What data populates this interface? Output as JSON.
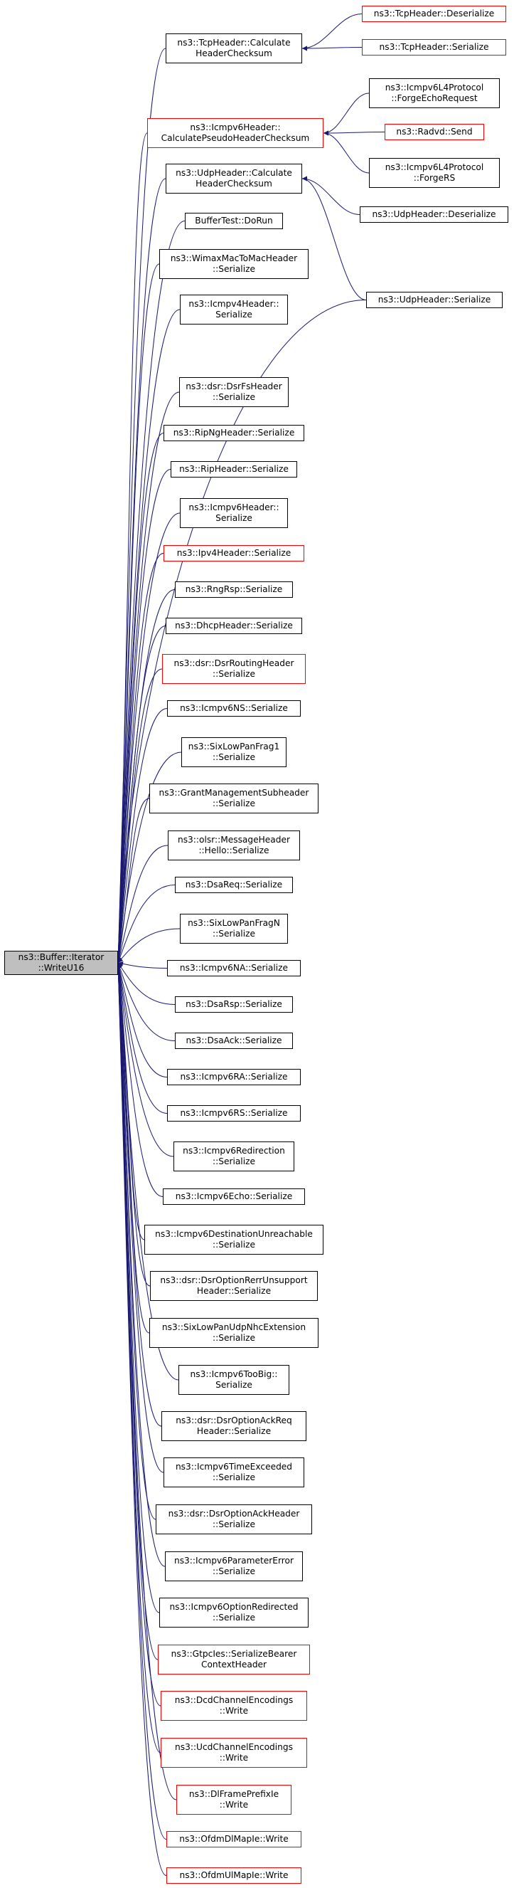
{
  "diagram": {
    "focus": {
      "id": "focus",
      "lines": [
        "ns3::Buffer::Iterator",
        "::WriteU16"
      ]
    },
    "nodes": [
      {
        "id": "tcp_calc",
        "lines": [
          "ns3::TcpHeader::Calculate",
          "HeaderChecksum"
        ],
        "border": "black"
      },
      {
        "id": "tcp_deser",
        "lines": [
          "ns3::TcpHeader::Deserialize"
        ],
        "border": "red"
      },
      {
        "id": "tcp_ser",
        "lines": [
          "ns3::TcpHeader::Serialize"
        ],
        "border": "red"
      },
      {
        "id": "icmpv6_pseudo",
        "lines": [
          "ns3::Icmpv6Header::",
          "CalculatePseudoHeaderChecksum"
        ],
        "border": "red"
      },
      {
        "id": "forge_echo",
        "lines": [
          "ns3::Icmpv6L4Protocol",
          "::ForgeEchoRequest"
        ],
        "border": "black"
      },
      {
        "id": "radvd_send",
        "lines": [
          "ns3::Radvd::Send"
        ],
        "border": "red"
      },
      {
        "id": "forge_rs",
        "lines": [
          "ns3::Icmpv6L4Protocol",
          "::ForgeRS"
        ],
        "border": "black"
      },
      {
        "id": "udp_calc",
        "lines": [
          "ns3::UdpHeader::Calculate",
          "HeaderChecksum"
        ],
        "border": "black"
      },
      {
        "id": "udp_deser",
        "lines": [
          "ns3::UdpHeader::Deserialize"
        ],
        "border": "black"
      },
      {
        "id": "udp_ser",
        "lines": [
          "ns3::UdpHeader::Serialize"
        ],
        "border": "black"
      },
      {
        "id": "buffertest",
        "lines": [
          "BufferTest::DoRun"
        ],
        "border": "black"
      },
      {
        "id": "wimax",
        "lines": [
          "ns3::WimaxMacToMacHeader",
          "::Serialize"
        ],
        "border": "black"
      },
      {
        "id": "icmpv4",
        "lines": [
          "ns3::Icmpv4Header::",
          "Serialize"
        ],
        "border": "black"
      },
      {
        "id": "dsrfs",
        "lines": [
          "ns3::dsr::DsrFsHeader",
          "::Serialize"
        ],
        "border": "black"
      },
      {
        "id": "ripng",
        "lines": [
          "ns3::RipNgHeader::Serialize"
        ],
        "border": "black"
      },
      {
        "id": "rip",
        "lines": [
          "ns3::RipHeader::Serialize"
        ],
        "border": "black"
      },
      {
        "id": "icmpv6h",
        "lines": [
          "ns3::Icmpv6Header::",
          "Serialize"
        ],
        "border": "black"
      },
      {
        "id": "ipv4h",
        "lines": [
          "ns3::Ipv4Header::Serialize"
        ],
        "border": "red"
      },
      {
        "id": "rngrsp",
        "lines": [
          "ns3::RngRsp::Serialize"
        ],
        "border": "black"
      },
      {
        "id": "dhcp",
        "lines": [
          "ns3::DhcpHeader::Serialize"
        ],
        "border": "black"
      },
      {
        "id": "dsrrouting",
        "lines": [
          "ns3::dsr::DsrRoutingHeader",
          "::Serialize"
        ],
        "border": "red"
      },
      {
        "id": "icmpv6ns",
        "lines": [
          "ns3::Icmpv6NS::Serialize"
        ],
        "border": "black"
      },
      {
        "id": "frag1",
        "lines": [
          "ns3::SixLowPanFrag1",
          "::Serialize"
        ],
        "border": "black"
      },
      {
        "id": "grantmgmt",
        "lines": [
          "ns3::GrantManagementSubheader",
          "::Serialize"
        ],
        "border": "black"
      },
      {
        "id": "olsrhello",
        "lines": [
          "ns3::olsr::MessageHeader",
          "::Hello::Serialize"
        ],
        "border": "black"
      },
      {
        "id": "dsareq",
        "lines": [
          "ns3::DsaReq::Serialize"
        ],
        "border": "black"
      },
      {
        "id": "fragn",
        "lines": [
          "ns3::SixLowPanFragN",
          "::Serialize"
        ],
        "border": "black"
      },
      {
        "id": "icmpv6na",
        "lines": [
          "ns3::Icmpv6NA::Serialize"
        ],
        "border": "black"
      },
      {
        "id": "dsarsp",
        "lines": [
          "ns3::DsaRsp::Serialize"
        ],
        "border": "black"
      },
      {
        "id": "dsaack",
        "lines": [
          "ns3::DsaAck::Serialize"
        ],
        "border": "black"
      },
      {
        "id": "icmpv6ra",
        "lines": [
          "ns3::Icmpv6RA::Serialize"
        ],
        "border": "black"
      },
      {
        "id": "icmpv6rs",
        "lines": [
          "ns3::Icmpv6RS::Serialize"
        ],
        "border": "black"
      },
      {
        "id": "icmpv6redir",
        "lines": [
          "ns3::Icmpv6Redirection",
          "::Serialize"
        ],
        "border": "black"
      },
      {
        "id": "icmpv6echo",
        "lines": [
          "ns3::Icmpv6Echo::Serialize"
        ],
        "border": "black"
      },
      {
        "id": "icmpv6dest",
        "lines": [
          "ns3::Icmpv6DestinationUnreachable",
          "::Serialize"
        ],
        "border": "black"
      },
      {
        "id": "dsrrerr",
        "lines": [
          "ns3::dsr::DsrOptionRerrUnsupport",
          "Header::Serialize"
        ],
        "border": "black"
      },
      {
        "id": "udpnhc",
        "lines": [
          "ns3::SixLowPanUdpNhcExtension",
          "::Serialize"
        ],
        "border": "black"
      },
      {
        "id": "toobig",
        "lines": [
          "ns3::Icmpv6TooBig::",
          "Serialize"
        ],
        "border": "black"
      },
      {
        "id": "ackreq",
        "lines": [
          "ns3::dsr::DsrOptionAckReq",
          "Header::Serialize"
        ],
        "border": "black"
      },
      {
        "id": "timeexc",
        "lines": [
          "ns3::Icmpv6TimeExceeded",
          "::Serialize"
        ],
        "border": "black"
      },
      {
        "id": "ackhdr",
        "lines": [
          "ns3::dsr::DsrOptionAckHeader",
          "::Serialize"
        ],
        "border": "black"
      },
      {
        "id": "paramerr",
        "lines": [
          "ns3::Icmpv6ParameterError",
          "::Serialize"
        ],
        "border": "black"
      },
      {
        "id": "optredir",
        "lines": [
          "ns3::Icmpv6OptionRedirected",
          "::Serialize"
        ],
        "border": "black"
      },
      {
        "id": "gtpc",
        "lines": [
          "ns3::GtpcIes::SerializeBearer",
          "ContextHeader"
        ],
        "border": "red"
      },
      {
        "id": "dcd",
        "lines": [
          "ns3::DcdChannelEncodings",
          "::Write"
        ],
        "border": "red"
      },
      {
        "id": "ucd",
        "lines": [
          "ns3::UcdChannelEncodings",
          "::Write"
        ],
        "border": "red"
      },
      {
        "id": "dlframe",
        "lines": [
          "ns3::DlFramePrefixIe",
          "::Write"
        ],
        "border": "red"
      },
      {
        "id": "ofdmdl",
        "lines": [
          "ns3::OfdmDlMapIe::Write"
        ],
        "border": "red"
      },
      {
        "id": "ofdmul",
        "lines": [
          "ns3::OfdmUlMapIe::Write"
        ],
        "border": "red"
      }
    ],
    "edges": [
      [
        "tcp_calc",
        "focus"
      ],
      [
        "tcp_deser",
        "tcp_calc"
      ],
      [
        "tcp_ser",
        "tcp_calc"
      ],
      [
        "icmpv6_pseudo",
        "focus"
      ],
      [
        "forge_echo",
        "icmpv6_pseudo"
      ],
      [
        "radvd_send",
        "icmpv6_pseudo"
      ],
      [
        "forge_rs",
        "icmpv6_pseudo"
      ],
      [
        "udp_calc",
        "focus"
      ],
      [
        "udp_deser",
        "udp_calc"
      ],
      [
        "udp_ser",
        "udp_calc"
      ],
      [
        "udp_ser",
        "focus"
      ],
      [
        "buffertest",
        "focus"
      ],
      [
        "wimax",
        "focus"
      ],
      [
        "icmpv4",
        "focus"
      ],
      [
        "dsrfs",
        "focus"
      ],
      [
        "ripng",
        "focus"
      ],
      [
        "rip",
        "focus"
      ],
      [
        "icmpv6h",
        "focus"
      ],
      [
        "ipv4h",
        "focus"
      ],
      [
        "rngrsp",
        "focus"
      ],
      [
        "dhcp",
        "focus"
      ],
      [
        "dsrrouting",
        "focus"
      ],
      [
        "icmpv6ns",
        "focus"
      ],
      [
        "frag1",
        "focus"
      ],
      [
        "grantmgmt",
        "focus"
      ],
      [
        "olsrhello",
        "focus"
      ],
      [
        "dsareq",
        "focus"
      ],
      [
        "fragn",
        "focus"
      ],
      [
        "icmpv6na",
        "focus"
      ],
      [
        "dsarsp",
        "focus"
      ],
      [
        "dsaack",
        "focus"
      ],
      [
        "icmpv6ra",
        "focus"
      ],
      [
        "icmpv6rs",
        "focus"
      ],
      [
        "icmpv6redir",
        "focus"
      ],
      [
        "icmpv6echo",
        "focus"
      ],
      [
        "icmpv6dest",
        "focus"
      ],
      [
        "dsrrerr",
        "focus"
      ],
      [
        "udpnhc",
        "focus"
      ],
      [
        "toobig",
        "focus"
      ],
      [
        "ackreq",
        "focus"
      ],
      [
        "timeexc",
        "focus"
      ],
      [
        "ackhdr",
        "focus"
      ],
      [
        "paramerr",
        "focus"
      ],
      [
        "optredir",
        "focus"
      ],
      [
        "gtpc",
        "focus"
      ],
      [
        "dcd",
        "focus"
      ],
      [
        "ucd",
        "focus"
      ],
      [
        "dlframe",
        "focus"
      ],
      [
        "ofdmdl",
        "focus"
      ],
      [
        "ofdmul",
        "focus"
      ]
    ],
    "colors": {
      "edge": "#191970",
      "border_default": "#000000",
      "border_red": "#ff0000",
      "focus_fill": "#bfbfbf"
    }
  }
}
